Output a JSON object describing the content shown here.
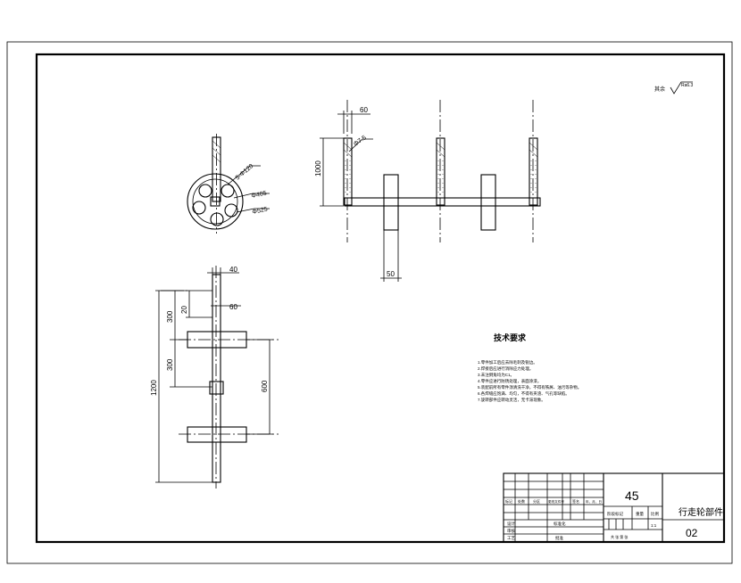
{
  "surface_finish": {
    "prefix": "其余",
    "value": "Ra6.3"
  },
  "top_left_view": {
    "labels": {
      "holes": "5-Φ120",
      "inner_diameter": "Φ405",
      "outer_diameter": "Φ525"
    }
  },
  "top_right_view": {
    "labels": {
      "pipe_width": "60",
      "nozzle_diameter": "Φ7.5",
      "height": "1000",
      "flange_width": "50"
    }
  },
  "front_view": {
    "labels": {
      "top_width": "40",
      "step": "20",
      "inner_width": "60",
      "upper": "300",
      "middle": "300",
      "spacing": "600",
      "overall": "1200"
    }
  },
  "tech_requirements": {
    "title": "技术要求",
    "items": [
      "1.零件加工后应去除毛刺及锐边。",
      "2.焊接后应进行消除应力处理。",
      "3.未注倒角均为C1。",
      "4.零件应进行防锈处理，表面涂漆。",
      "5.装配前所有零件须清洗干净，不得有铁屑、油污等杂物。",
      "6.各焊缝应饱满、均匀，不得有夹渣、气孔等缺陷。",
      "7.旋转部件应转动灵活，无卡滞现象。"
    ]
  },
  "title_block": {
    "material": "45",
    "part_name": "行走轮部件",
    "drawing_no": "02",
    "revision_headers": [
      "标记",
      "处数",
      "分区",
      "更改文件号",
      "签名",
      "年、月、日"
    ],
    "row_labels": [
      "设计",
      "审核",
      "工艺"
    ],
    "middle_labels": [
      "标准化",
      "批准"
    ],
    "center_labels": [
      "阶段标记",
      "重量",
      "比例"
    ],
    "scale": "1:1",
    "sheet_info": "共 张 第 张"
  }
}
